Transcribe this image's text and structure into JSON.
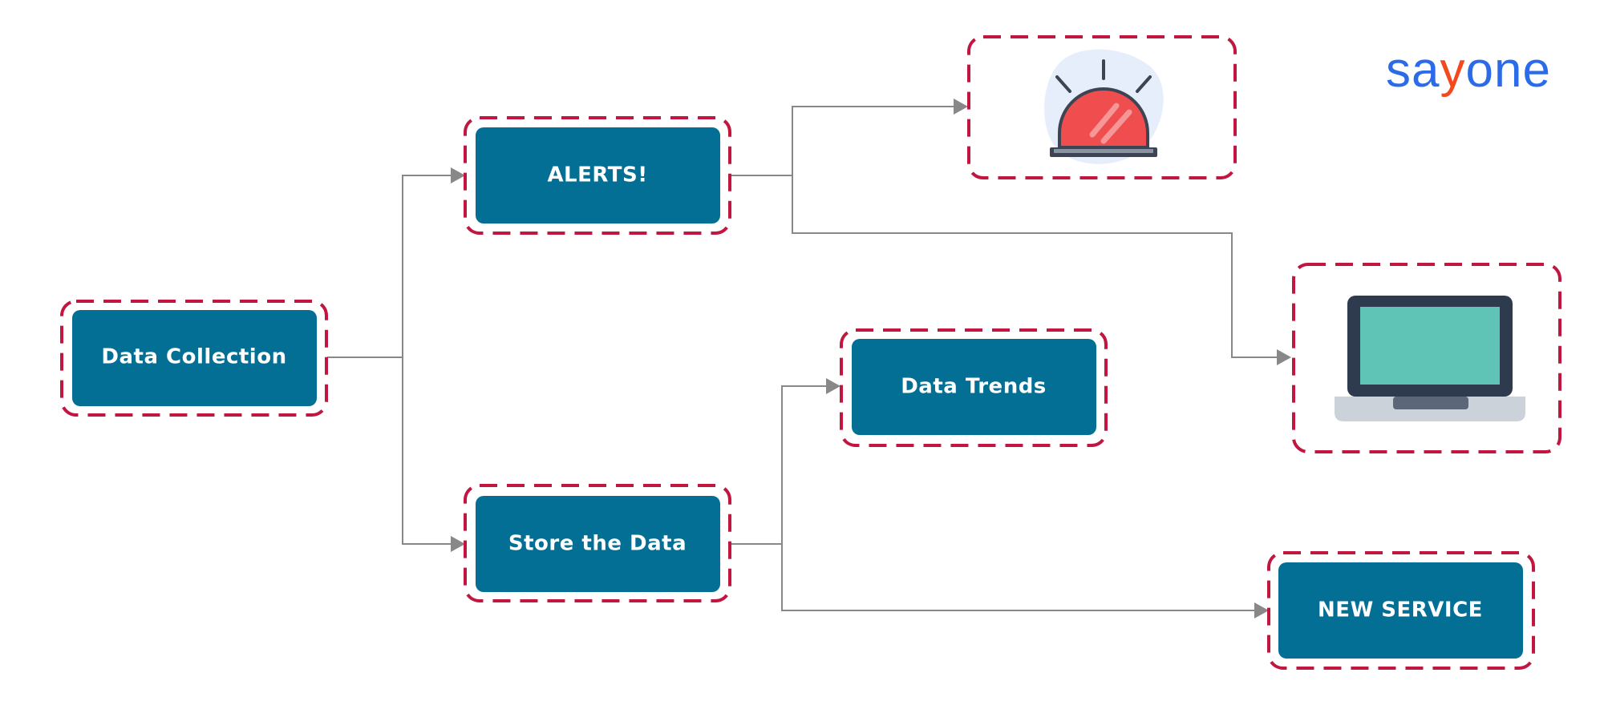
{
  "colors": {
    "node_fill": "#046f95",
    "dashed_border": "#c01640",
    "connector": "#888888",
    "logo_blue": "#2b6be8",
    "logo_orange": "#f2491f",
    "alarm_red": "#f04e4e",
    "laptop_screen": "#5fc4b6",
    "laptop_frame": "#2e3b4e",
    "laptop_base": "#ccd2d9"
  },
  "logo": {
    "part1": "sa",
    "part2": "y",
    "part3": "one"
  },
  "nodes": {
    "data_collection": "Data Collection",
    "alerts": "ALERTS!",
    "store_data": "Store the Data",
    "data_trends": "Data Trends",
    "new_service": "NEW SERVICE"
  },
  "icons": {
    "alarm": "alarm-siren-icon",
    "laptop": "laptop-icon"
  }
}
